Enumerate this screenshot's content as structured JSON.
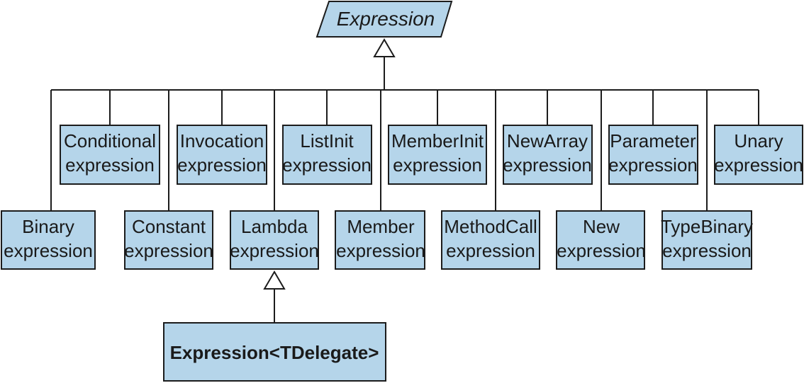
{
  "root": {
    "label": "Expression"
  },
  "upper_row": [
    {
      "id": "conditional",
      "line1": "Conditional",
      "line2": "expression"
    },
    {
      "id": "invocation",
      "line1": "Invocation",
      "line2": "expression"
    },
    {
      "id": "listinit",
      "line1": "ListInit",
      "line2": "expression"
    },
    {
      "id": "memberinit",
      "line1": "MemberInit",
      "line2": "expression"
    },
    {
      "id": "newarray",
      "line1": "NewArray",
      "line2": "expression"
    },
    {
      "id": "parameter",
      "line1": "Parameter",
      "line2": "expression"
    },
    {
      "id": "unary",
      "line1": "Unary",
      "line2": "expression"
    }
  ],
  "lower_row": [
    {
      "id": "binary",
      "line1": "Binary",
      "line2": "expression"
    },
    {
      "id": "constant",
      "line1": "Constant",
      "line2": "expression"
    },
    {
      "id": "lambda",
      "line1": "Lambda",
      "line2": "expression"
    },
    {
      "id": "member",
      "line1": "Member",
      "line2": "expression"
    },
    {
      "id": "methodcall",
      "line1": "MethodCall",
      "line2": "expression"
    },
    {
      "id": "new",
      "line1": "New",
      "line2": "expression"
    },
    {
      "id": "typebinary",
      "line1": "TypeBinary",
      "line2": "expression"
    }
  ],
  "delegate": {
    "label": "Expression<TDelegate>"
  }
}
